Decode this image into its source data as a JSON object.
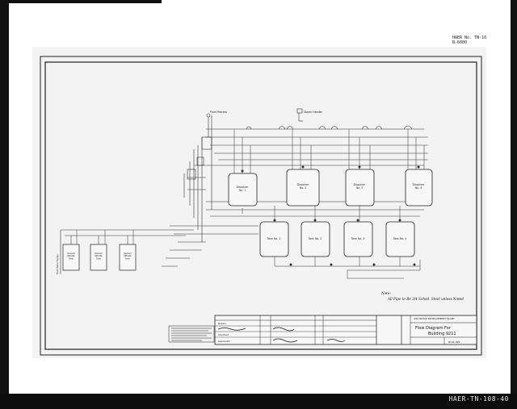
{
  "sheet": {
    "page_ref": "HAER No. TN-10\nB-6000",
    "haer_label": "HAER-TN-108-40",
    "drawing_no": "W-41,929"
  },
  "tanks_top": [
    {
      "label": "Dissolver\nNo. 1"
    },
    {
      "label": "Dissolver\nNo. 2"
    },
    {
      "label": "Dissolver\nNo. 3"
    },
    {
      "label": "Dissolver\nNo. 4"
    }
  ],
  "tanks_bottom": [
    {
      "label": "Tank No. 1"
    },
    {
      "label": "Tank No. 2"
    },
    {
      "label": "Tank No. 3"
    },
    {
      "label": "Tank No. 4"
    }
  ],
  "tanks_left": [
    {
      "label": "Sodium\nNitrate\nTank"
    },
    {
      "label": "Sodium\nNitrate\nTank"
    },
    {
      "label": "Sodium\nNitrate\nTank"
    }
  ],
  "lines": {
    "top_label_1": "Plant Process",
    "top_label_2": "Steam Header",
    "vertical_left_label": "Plant Water Supply"
  },
  "note": {
    "line1": "Note:",
    "line2": "All Pipe to Be 3/4 Sched. Steel unless Noted"
  },
  "title_block": {
    "company": "OAK RIDGE DEVELOPMENT PLANT",
    "title_line1": "Flow Diagram For",
    "title_line2": "Building 9211",
    "signatures": [
      "Drawn",
      "Checked",
      "Approved"
    ]
  }
}
